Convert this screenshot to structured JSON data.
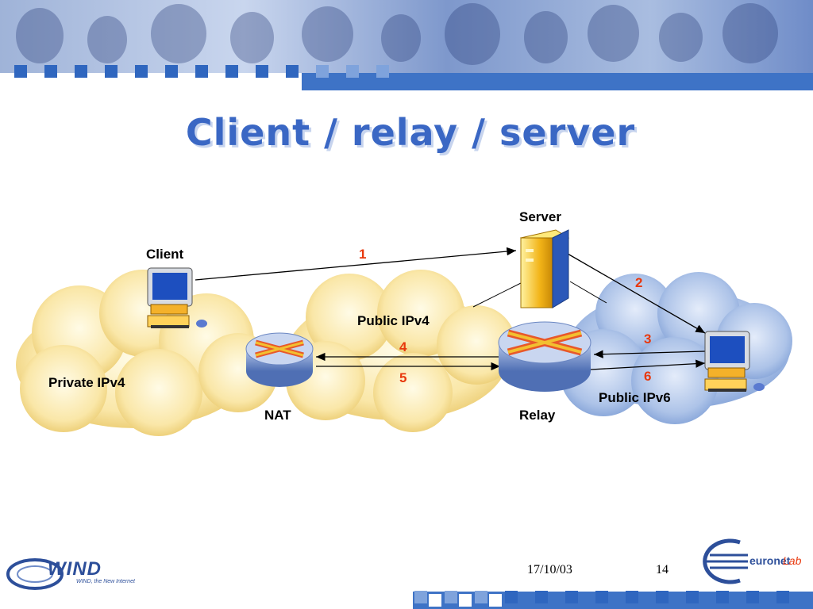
{
  "slide": {
    "title": "Client / relay / server"
  },
  "diagram": {
    "nodes": {
      "client": "Client",
      "server": "Server",
      "nat": "NAT",
      "relay": "Relay"
    },
    "clouds": {
      "private_ipv4": "Private IPv4",
      "public_ipv4": "Public IPv4",
      "public_ipv6": "Public IPv6"
    },
    "steps": [
      "1",
      "2",
      "3",
      "4",
      "5",
      "6"
    ],
    "colors": {
      "step_number": "#e8380d",
      "cloud_yellow": "#f8e4a2",
      "cloud_blue": "#a9bfe6",
      "title": "#3a67c4"
    }
  },
  "footer": {
    "date": "17/10/03",
    "page": "14",
    "logo_left": "WIND",
    "logo_left_tagline": "WIND, the New Internet",
    "logo_right_a": "euronet",
    "logo_right_b": "Lab"
  }
}
